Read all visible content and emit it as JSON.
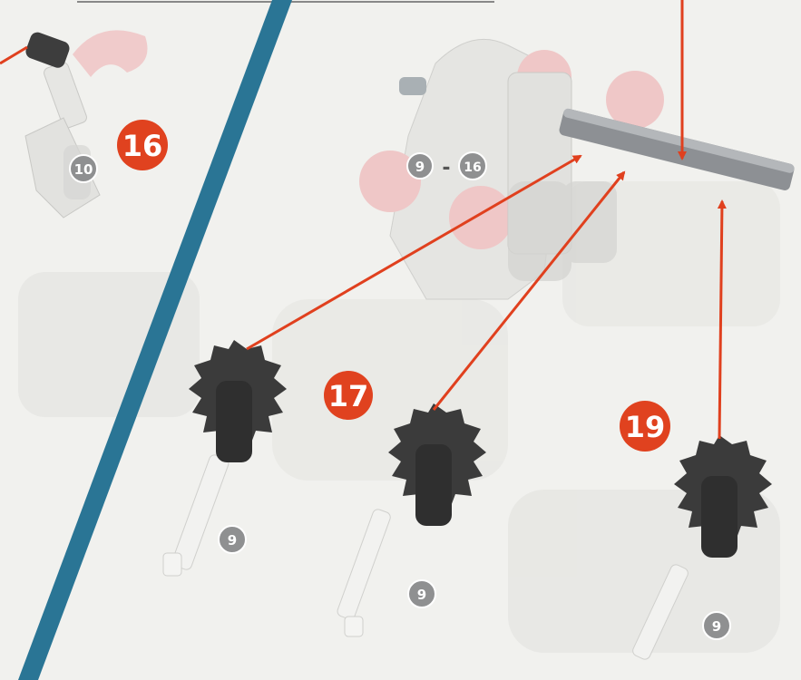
{
  "steps": [
    {
      "number": "16",
      "color": "#e0421f"
    },
    {
      "number": "17",
      "color": "#e0421f"
    },
    {
      "number": "19",
      "color": "#e0421f"
    }
  ],
  "part_badges": [
    "10",
    "9",
    "9",
    "9",
    "9",
    "16"
  ],
  "range_separator": "-",
  "colors": {
    "divider": "#2a7595",
    "arrow": "#e0401e",
    "gear": "#3b3b3b",
    "axle": "#8d9094",
    "faded_part": "#e9b6b6",
    "badge_bg": "#8f9091"
  }
}
